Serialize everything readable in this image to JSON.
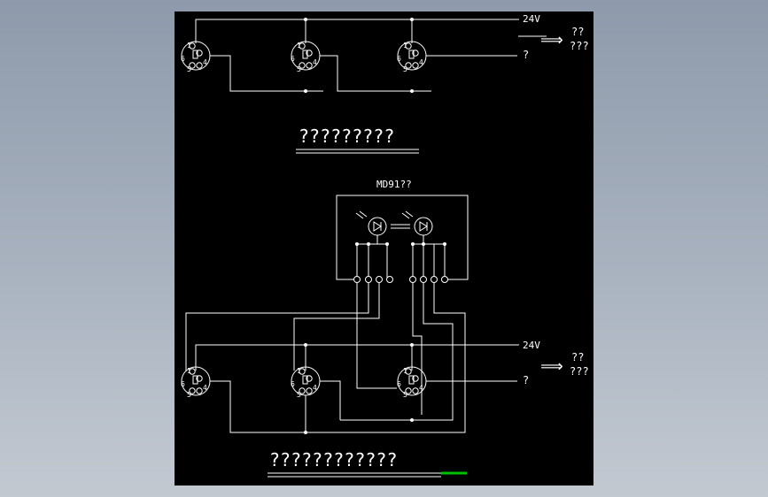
{
  "colors": {
    "background": "#000000",
    "line": "#ffffff",
    "marker": "#00c000",
    "canvas": "#9aa5b4"
  },
  "top_circuit": {
    "supply_label": "24V",
    "signal_label": "?",
    "output_arrow": "⟹",
    "output_label_line1": "??",
    "output_label_line2": "???",
    "connector_pins": {
      "pin1": "1",
      "pin2": "2",
      "pin3": "3",
      "pin4": "4",
      "pin5": "5",
      "pin6": "6"
    },
    "caption": "?????????"
  },
  "bottom_circuit": {
    "module_label": "MD91??",
    "supply_label": "24V",
    "signal_label": "?",
    "output_arrow": "⟹",
    "output_label_line1": "??",
    "output_label_line2": "???",
    "caption": "????????????"
  }
}
